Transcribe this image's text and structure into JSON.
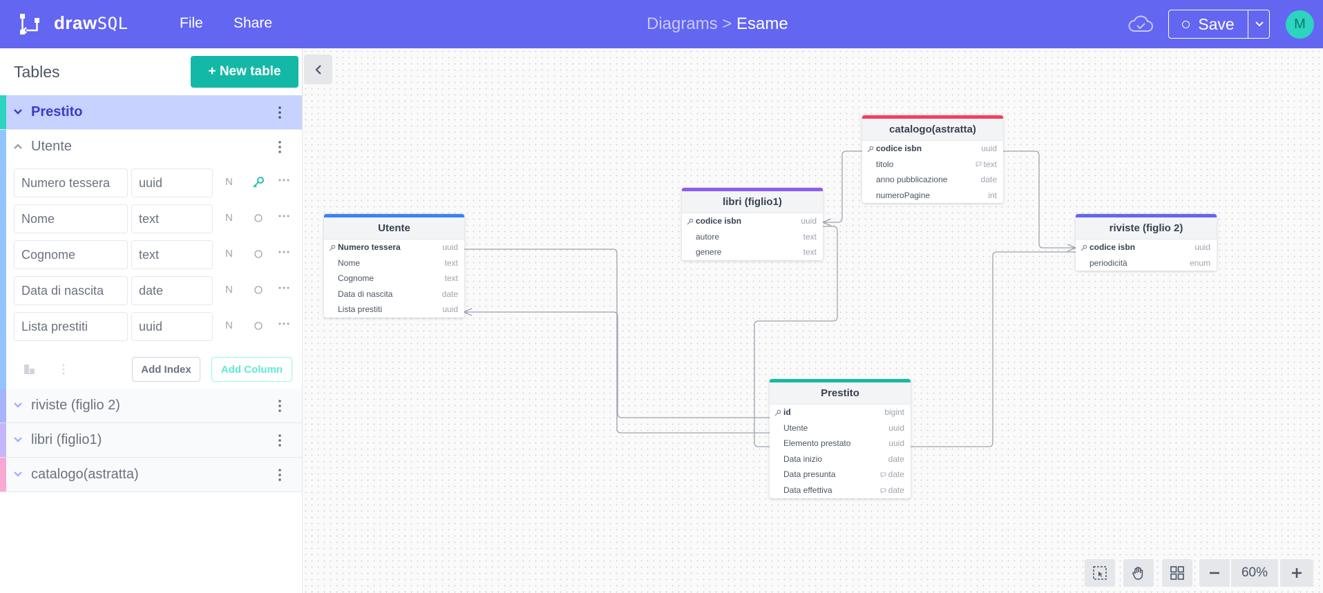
{
  "app": {
    "name": "drawSQL",
    "logo_bold": "draw",
    "logo_light": "SQL",
    "menu": [
      "File",
      "Share"
    ],
    "breadcrumb_parent": "Diagrams >",
    "breadcrumb_current": "Esame",
    "save_label": "Save",
    "avatar_initial": "M",
    "accent": "#6366f1"
  },
  "sidebar": {
    "title": "Tables",
    "new_table_label": "+ New table",
    "tables": [
      {
        "name": "Prestito",
        "color": "#2dd4bf",
        "active": true
      },
      {
        "name": "Utente",
        "color": "#93c5fd",
        "expanded": true
      },
      {
        "name": "riviste (figlio 2)",
        "color": "#a5b4fc"
      },
      {
        "name": "libri (figlio1)",
        "color": "#c4b5fd"
      },
      {
        "name": "catalogo(astratta)",
        "color": "#f9a8d4"
      }
    ],
    "fields": [
      {
        "name": "Numero tessera",
        "type": "uuid",
        "nullable": "N",
        "pk": true
      },
      {
        "name": "Nome",
        "type": "text",
        "nullable": "N",
        "pk": false
      },
      {
        "name": "Cognome",
        "type": "text",
        "nullable": "N",
        "pk": false
      },
      {
        "name": "Data di nascita",
        "type": "date",
        "nullable": "N",
        "pk": false
      },
      {
        "name": "Lista prestiti",
        "type": "uuid",
        "nullable": "N",
        "pk": false
      }
    ],
    "add_index_label": "Add Index",
    "add_column_label": "Add Column"
  },
  "diagram": {
    "tables": [
      {
        "title": "Utente",
        "color": "#3b82f6",
        "columns": [
          {
            "name": "Numero tessera",
            "type": "uuid",
            "pk": true
          },
          {
            "name": "Nome",
            "type": "text"
          },
          {
            "name": "Cognome",
            "type": "text"
          },
          {
            "name": "Data di nascita",
            "type": "date"
          },
          {
            "name": "Lista prestiti",
            "type": "uuid"
          }
        ]
      },
      {
        "title": "libri (figlio1)",
        "color": "#8b5cf6",
        "columns": [
          {
            "name": "codice isbn",
            "type": "uuid",
            "pk": true
          },
          {
            "name": "autore",
            "type": "text"
          },
          {
            "name": "genere",
            "type": "text"
          }
        ]
      },
      {
        "title": "catalogo(astratta)",
        "color": "#f43f5e",
        "columns": [
          {
            "name": "codice isbn",
            "type": "uuid",
            "pk": true
          },
          {
            "name": "titolo",
            "type": "text",
            "comment": true
          },
          {
            "name": "anno pubblicazione",
            "type": "date"
          },
          {
            "name": "numeroPagine",
            "type": "int"
          }
        ]
      },
      {
        "title": "riviste (figlio 2)",
        "color": "#6366f1",
        "columns": [
          {
            "name": "codice isbn",
            "type": "uuid",
            "pk": true
          },
          {
            "name": "periodicità",
            "type": "enum"
          }
        ]
      },
      {
        "title": "Prestito",
        "color": "#14b8a6",
        "columns": [
          {
            "name": "id",
            "type": "bigint",
            "pk": true
          },
          {
            "name": "Utente",
            "type": "uuid"
          },
          {
            "name": "Elemento prestato",
            "type": "uuid"
          },
          {
            "name": "Data inizio",
            "type": "date"
          },
          {
            "name": "Data presunta",
            "type": "date",
            "comment": true
          },
          {
            "name": "Data effettiva",
            "type": "date",
            "comment": true
          }
        ]
      }
    ]
  },
  "toolbar": {
    "zoom": "60%",
    "tools": [
      "select-icon",
      "hand-icon",
      "grid-icon",
      "zoom-out-icon",
      "zoom-in-icon"
    ]
  }
}
